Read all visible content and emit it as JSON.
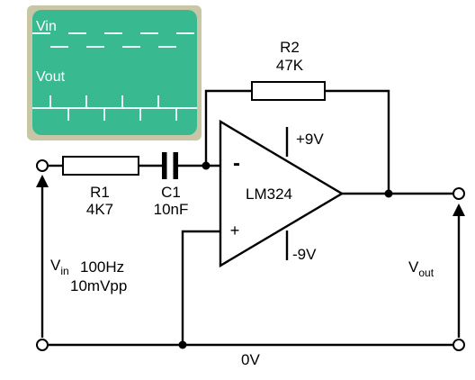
{
  "scope": {
    "trace_top_label": "Vin",
    "trace_bottom_label": "Vout",
    "screen_color": "#39b98f",
    "frame_color": "#c8c6a4",
    "trace_color": "#e9fff6"
  },
  "components": {
    "r1": {
      "name": "R1",
      "value": "4K7"
    },
    "c1": {
      "name": "C1",
      "value": "10nF"
    },
    "r2": {
      "name": "R2",
      "value": "47K"
    },
    "opamp": {
      "name": "LM324",
      "inverting": "-",
      "non_inverting": "+"
    }
  },
  "supply": {
    "positive": "+9V",
    "negative": "-9V",
    "ground": "0V"
  },
  "input": {
    "label_main": "V",
    "label_sub": "in",
    "frequency": "100Hz",
    "amplitude": "10mVpp"
  },
  "output": {
    "label_main": "V",
    "label_sub": "out"
  }
}
